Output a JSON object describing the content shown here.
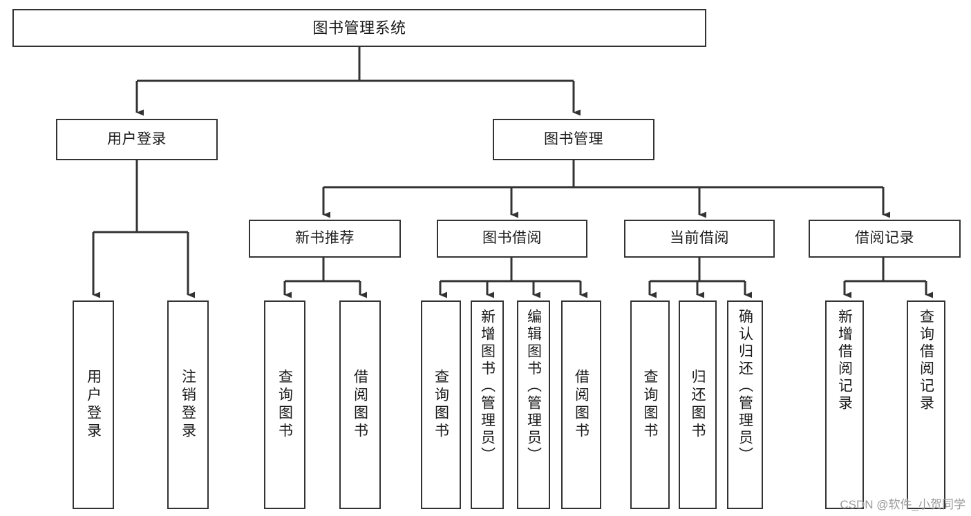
{
  "diagram": {
    "type": "tree-hierarchy-chart",
    "title": "图书管理系统",
    "watermark": "CSDN @软件_小贺同学",
    "colors": {
      "border": "#333333",
      "background": "#ffffff",
      "text": "#1a1a1a",
      "edge": "#333333",
      "watermark": "#9a9a9a"
    },
    "nodes": {
      "root": {
        "label": "图书管理系统"
      },
      "level2": [
        {
          "label": "用户登录"
        },
        {
          "label": "图书管理"
        }
      ],
      "level3": [
        {
          "label": "新书推荐"
        },
        {
          "label": "图书借阅"
        },
        {
          "label": "当前借阅"
        },
        {
          "label": "借阅记录"
        }
      ],
      "leaves": {
        "user_login": [
          {
            "label": "用户登录"
          },
          {
            "label": "注销登录"
          }
        ],
        "new_book": [
          {
            "label": "查询图书"
          },
          {
            "label": "借阅图书"
          }
        ],
        "book_borrow": [
          {
            "label": "查询图书"
          },
          {
            "label": "新增图书（管理员）"
          },
          {
            "label": "编辑图书（管理员）"
          },
          {
            "label": "借阅图书"
          }
        ],
        "current_borrow": [
          {
            "label": "查询图书"
          },
          {
            "label": "归还图书"
          },
          {
            "label": "确认归还（管理员）"
          }
        ],
        "borrow_record": [
          {
            "label": "新增借阅记录"
          },
          {
            "label": "查询借阅记录"
          }
        ]
      }
    },
    "edges": [
      {
        "from": "图书管理系统",
        "to": "用户登录"
      },
      {
        "from": "图书管理系统",
        "to": "图书管理"
      },
      {
        "from": "图书管理",
        "to": "新书推荐"
      },
      {
        "from": "图书管理",
        "to": "图书借阅"
      },
      {
        "from": "图书管理",
        "to": "当前借阅"
      },
      {
        "from": "图书管理",
        "to": "借阅记录"
      },
      {
        "from": "用户登录",
        "to": "用户登录"
      },
      {
        "from": "用户登录",
        "to": "注销登录"
      },
      {
        "from": "新书推荐",
        "to": "查询图书"
      },
      {
        "from": "新书推荐",
        "to": "借阅图书"
      },
      {
        "from": "图书借阅",
        "to": "查询图书"
      },
      {
        "from": "图书借阅",
        "to": "新增图书（管理员）"
      },
      {
        "from": "图书借阅",
        "to": "编辑图书（管理员）"
      },
      {
        "from": "图书借阅",
        "to": "借阅图书"
      },
      {
        "from": "当前借阅",
        "to": "查询图书"
      },
      {
        "from": "当前借阅",
        "to": "归还图书"
      },
      {
        "from": "当前借阅",
        "to": "确认归还（管理员）"
      },
      {
        "from": "借阅记录",
        "to": "新增借阅记录"
      },
      {
        "from": "借阅记录",
        "to": "查询借阅记录"
      }
    ]
  }
}
